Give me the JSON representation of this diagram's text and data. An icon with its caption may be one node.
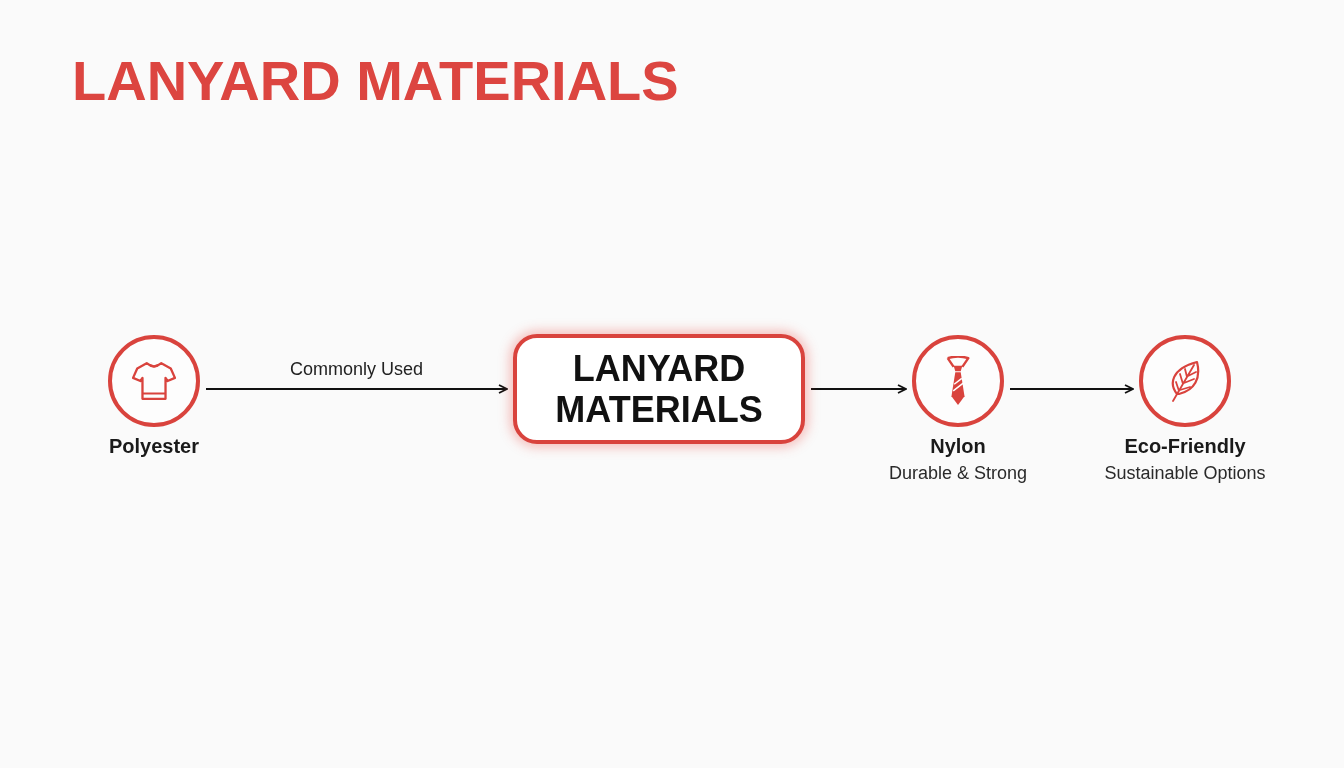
{
  "diagram": {
    "title": "LANYARD MATERIALS",
    "nodes": [
      {
        "text": [
          "Polyester"
        ]
      },
      {
        "text": [
          "LANYARD MATERIALS"
        ]
      },
      {
        "text": [
          "Nylon",
          "Durable & Strong"
        ]
      },
      {
        "text": [
          "Eco-Friendly",
          "Sustainable Options"
        ]
      }
    ],
    "edges": [
      {
        "from": 0,
        "to": 1,
        "arrow": "to",
        "label": "Commonly Used"
      },
      {
        "from": 1,
        "to": 2,
        "arrow": "to"
      },
      {
        "from": 2,
        "to": 3,
        "arrow": "to"
      }
    ]
  }
}
